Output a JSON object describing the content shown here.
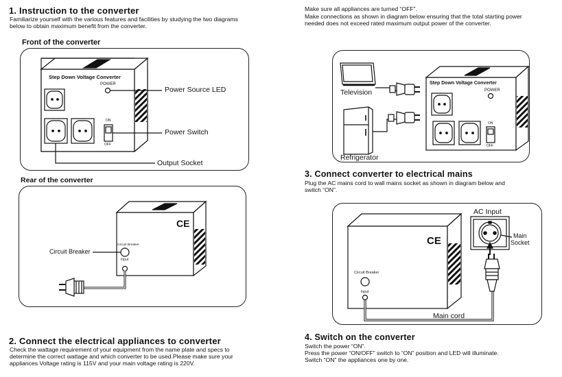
{
  "left": {
    "section1": {
      "title": "1. Instruction to the converter",
      "desc_line1": "Familiarize yourself with the various features and facilities by studying the two diagrams",
      "desc_line2": "below to obtain maximum benefit from the converter."
    },
    "front": {
      "heading": "Front of the converter",
      "box_title": "Step Down Voltage Converter",
      "power_label": "POWER",
      "on_label": "ON",
      "off_label": "OFF",
      "callout_led": "Power Source LED",
      "callout_switch": "Power Switch",
      "callout_socket": "Output Socket"
    },
    "rear": {
      "heading": "Rear of the converter",
      "ce_mark": "CE",
      "breaker_small": "Circuit Breaker",
      "input_small": "Input",
      "callout_breaker": "Circuit Breaker"
    },
    "section2": {
      "title": "2. Connect the electrical appliances to converter",
      "line1": "Check the wattage requirement of your equipment from the name plate and specs to",
      "line2": "determine  the correct wattage and which converter to be used.Please make sure your",
      "line3": "appliances Voltage rating is 115V and your main voltage rating is 220V."
    }
  },
  "right": {
    "intro": {
      "line1": "Make sure all appliances are turned “OFF”.",
      "line2": "Make connections as shown in diagram below ensuring that the total starting power",
      "line3": "needed does not exceed rated maximum output power of the converter."
    },
    "appliances": {
      "tv_label": "Television",
      "fridge_label": "Refrigerator",
      "box_title": "Step Down Voltage Converter",
      "power_label": "POWER",
      "on_label": "ON",
      "off_label": "OFF"
    },
    "section3": {
      "title": "3. Connect converter to electrical mains",
      "line1": "Plug the AC mains cord to wall mains socket as shown in diagram below and",
      "line2": "switch “ON”.",
      "ce_mark": "CE",
      "breaker_small": "Circuit Breaker",
      "input_small": "Input",
      "ac_input": "AC Input",
      "main_label": "Main",
      "socket_label": "Socket",
      "cord_label": "Main cord"
    },
    "section4": {
      "title": "4. Switch on the converter",
      "line1": "Switch the power  “ON”.",
      "line2": "Press the power  “ON/OFF”  switch to  “ON”  position and LED will illuminate.",
      "line3": "Switch  “ON” the appliances one by one."
    }
  }
}
